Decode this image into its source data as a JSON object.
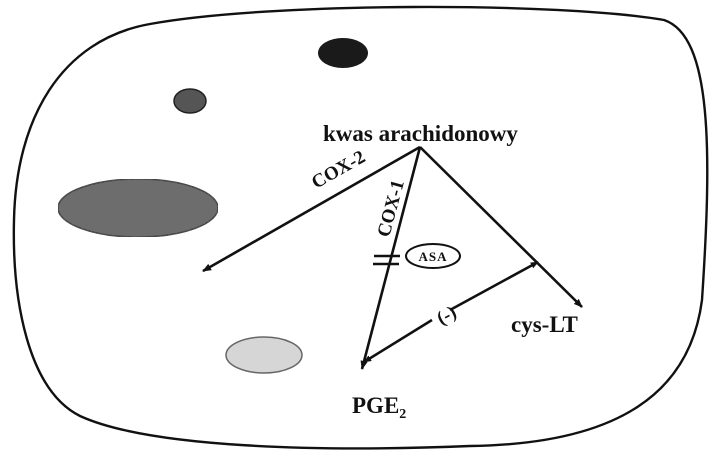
{
  "diagram": {
    "substrate_label": "kwas arachidonowy",
    "enzyme_cox2_label": "COX-2",
    "enzyme_cox1_label": "COX-1",
    "inhibitor_label": "ASA",
    "product_pge2_base": "PGE",
    "product_pge2_subscript": "2",
    "product_cyslt_label": "cys-LT",
    "inhibition_label": "(-)"
  },
  "colors": {
    "cell_fill": "#ffffff",
    "stroke": "#111111",
    "organelle_dark": "#1a1a1a",
    "organelle_mid": "#555555",
    "organelle_speckled": "#6e6e6e",
    "organelle_light": "#d6d6d6"
  }
}
